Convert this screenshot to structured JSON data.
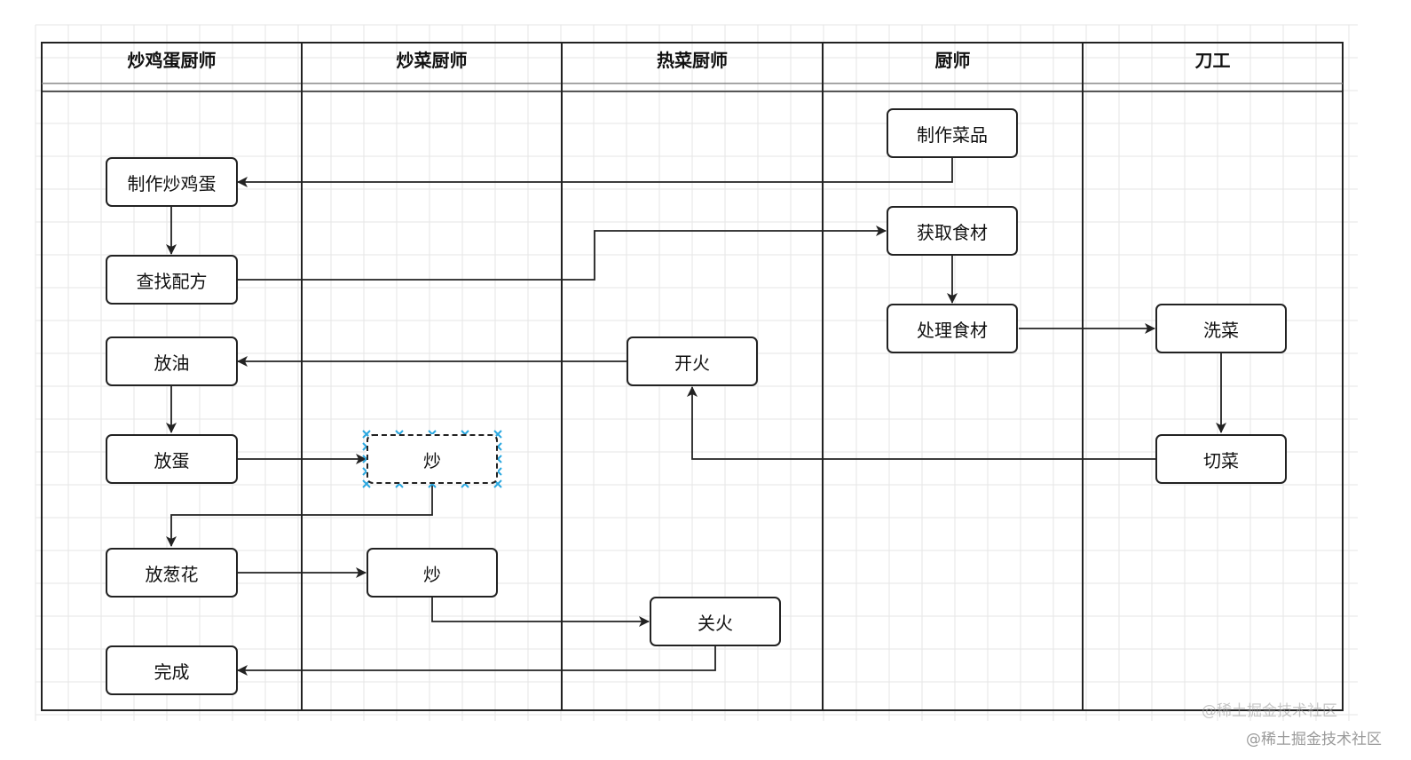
{
  "lanes": [
    "炒鸡蛋厨师",
    "炒菜厨师",
    "热菜厨师",
    "厨师",
    "刀工"
  ],
  "nodes": {
    "make_dish": "制作菜品",
    "make_egg": "制作炒鸡蛋",
    "get_ingredients": "获取食材",
    "find_recipe": "查找配方",
    "process_ingredients": "处理食材",
    "wash_veg": "洗菜",
    "add_oil": "放油",
    "fire_on": "开火",
    "add_egg": "放蛋",
    "stir_fry_1": "炒",
    "cut_veg": "切菜",
    "add_scallion": "放葱花",
    "stir_fry_2": "炒",
    "fire_off": "关火",
    "done": "完成"
  },
  "selected_node": "stir_fry_1",
  "colors": {
    "line": "#222222",
    "selection": "#2aa7e0",
    "grid": "#e6e6e6"
  },
  "watermarks": [
    "@稀土掘金技术社区",
    "@稀土掘金技术社区"
  ]
}
